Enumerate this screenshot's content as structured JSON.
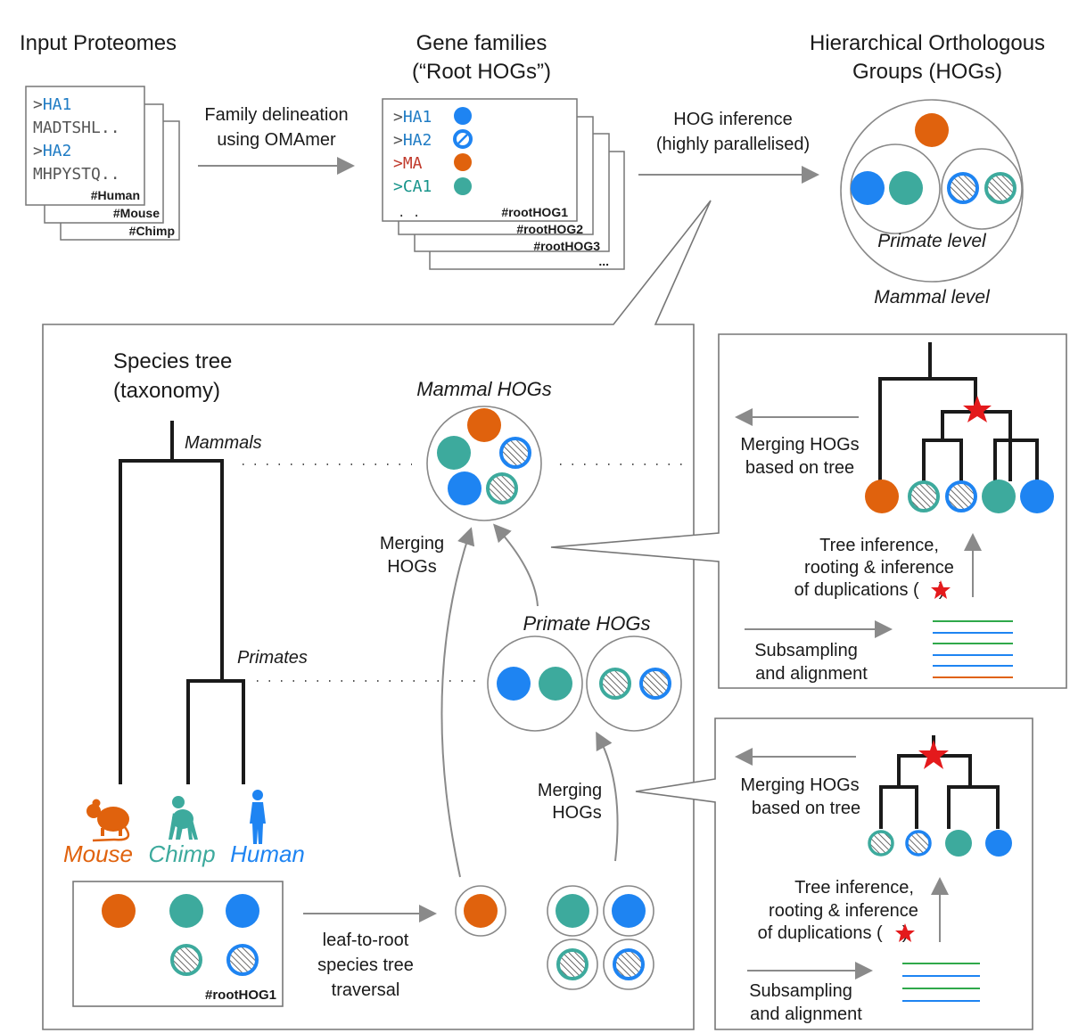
{
  "colors": {
    "orange": "#E0620D",
    "teal": "#3DAA9D",
    "blue": "#1E84F2",
    "red": "#E41A1C",
    "seqBlue": "#1E7BC4",
    "seqRed": "#C0392B",
    "seqTeal": "#17948A"
  },
  "input": {
    "title": "Input Proteomes",
    "seq_prompt": ">",
    "id1": "HA1",
    "seq1": "MADTSHL..",
    "id2": "HA2",
    "seq2": "MHPYSTQ..",
    "tag_front": "#Human",
    "tag_mid": "#Mouse",
    "tag_back": "#Chimp"
  },
  "arrow_family": {
    "line1": "Family delineation",
    "line2": "using OMAmer"
  },
  "families": {
    "title1": "Gene families",
    "title2": "(“Root HOGs”)",
    "ids": [
      "HA1",
      "HA2",
      "MA",
      "CA1"
    ],
    "dots": ". .",
    "tags": [
      "#rootHOG1",
      "#rootHOG2",
      "#rootHOG3"
    ],
    "more": "..."
  },
  "arrow_hog": {
    "line1": "HOG inference",
    "line2": "(highly parallelised)"
  },
  "hogs": {
    "title1": "Hierarchical Orthologous",
    "title2": "Groups (HOGs)",
    "primate_level": "Primate level",
    "mammal_level": "Mammal level"
  },
  "tree": {
    "title1": "Species tree",
    "title2": "(taxonomy)",
    "mammals": "Mammals",
    "primates": "Primates",
    "species": [
      "Mouse",
      "Chimp",
      "Human"
    ]
  },
  "roothog_box": {
    "tag": "#rootHOG1"
  },
  "traversal": {
    "line1": "leaf-to-root",
    "line2": "species tree",
    "line3": "traversal"
  },
  "mammal_hogs": {
    "title": "Mammal HOGs"
  },
  "primate_hogs": {
    "title": "Primate HOGs"
  },
  "merging_label": {
    "line1": "Merging",
    "line2": "HOGs"
  },
  "detail": {
    "merge1": "Merging HOGs",
    "merge2": "based on tree",
    "infer1": "Tree inference,",
    "infer2": "rooting & inference",
    "infer3": "of duplications (",
    "infer4": ")",
    "sub1": "Subsampling",
    "sub2": "and alignment"
  }
}
